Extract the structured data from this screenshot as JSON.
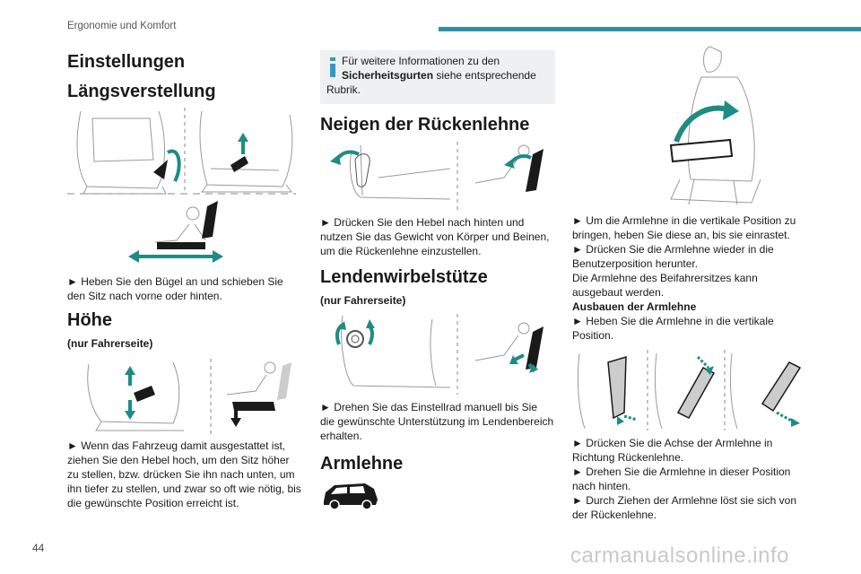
{
  "header": {
    "section": "Ergonomie und Komfort"
  },
  "page_number": "44",
  "watermark": "carmanualsonline.info",
  "col1": {
    "title": "Einstellungen",
    "h_laengs": "Längsverstellung",
    "laengs_text1": "► Heben Sie den Bügel an und schieben Sie",
    "laengs_text2": "den Sitz nach vorne oder hinten.",
    "h_hoehe": "Höhe",
    "hoehe_sub": "(nur Fahrerseite)",
    "hoehe_text1": "► Wenn das Fahrzeug damit ausgestattet ist,",
    "hoehe_text2": "ziehen Sie den Hebel hoch, um den Sitz höher",
    "hoehe_text3": "zu stellen, bzw. drücken Sie ihn nach unten, um",
    "hoehe_text4": "ihn tiefer zu stellen, und zwar so oft wie nötig, bis",
    "hoehe_text5": "die gewünschte Position erreicht ist."
  },
  "col2": {
    "info_line1": "Für weitere Informationen zu den",
    "info_bold": "Sicherheitsgurten",
    "info_line2_rest": " siehe entsprechende",
    "info_line3": "Rubrik.",
    "h_neigen": "Neigen der Rückenlehne",
    "neigen_text1": "► Drücken Sie den Hebel nach hinten und",
    "neigen_text2": "nutzen Sie das Gewicht von Körper und Beinen,",
    "neigen_text3": "um die Rückenlehne einzustellen.",
    "h_lenden": "Lendenwirbelstütze",
    "lenden_sub": "(nur Fahrerseite)",
    "lenden_text1": "► Drehen Sie das Einstellrad manuell bis Sie",
    "lenden_text2": "die gewünschte Unterstützung im Lendenbereich",
    "lenden_text3": "erhalten.",
    "h_arm": "Armlehne"
  },
  "col3": {
    "arm_text1": "► Um die Armlehne in die vertikale Position zu",
    "arm_text2": "bringen, heben Sie diese an, bis sie einrastet.",
    "arm_text3": "► Drücken Sie die Armlehne wieder in die",
    "arm_text4": "Benutzerposition herunter.",
    "arm_text5": "Die Armlehne des Beifahrersitzes kann",
    "arm_text6": "ausgebaut werden.",
    "ausbau_title": "Ausbauen der Armlehne",
    "ausbau_text1": "► Heben Sie die Armlehne in die vertikale",
    "ausbau_text2": "Position.",
    "final_text1": "► Drücken Sie die Achse der Armlehne in",
    "final_text2": "Richtung Rückenlehne.",
    "final_text3": "► Drehen Sie die Armlehne in dieser Position",
    "final_text4": "nach hinten.",
    "final_text5": "► Durch Ziehen der Armlehne löst sie sich von",
    "final_text6": "der Rückenlehne."
  },
  "colors": {
    "accent": "#2f8fa8",
    "teal": "#1e8c84",
    "info_bg": "#eef0f1",
    "info_icon": "#2f9ac7"
  }
}
